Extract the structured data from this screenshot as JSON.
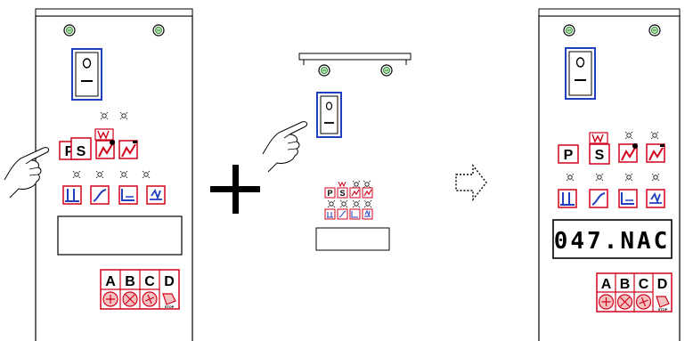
{
  "left_panel": {
    "keys_row1": [
      "P",
      "S"
    ],
    "station_keys": [
      "A",
      "B",
      "C",
      "D"
    ],
    "stop_text": "STOP"
  },
  "middle_panel": {
    "keys_row1": [
      "P",
      "S"
    ]
  },
  "right_panel": {
    "keys_row1": [
      "P",
      "S"
    ],
    "display_value": "047.NAC",
    "station_keys": [
      "A",
      "B",
      "C",
      "D"
    ],
    "stop_text": "STOP"
  },
  "colors": {
    "accent_red": "#d0021b",
    "accent_blue": "#1f3fbf",
    "led_green": "#2e8b2e",
    "outline": "#000000"
  }
}
